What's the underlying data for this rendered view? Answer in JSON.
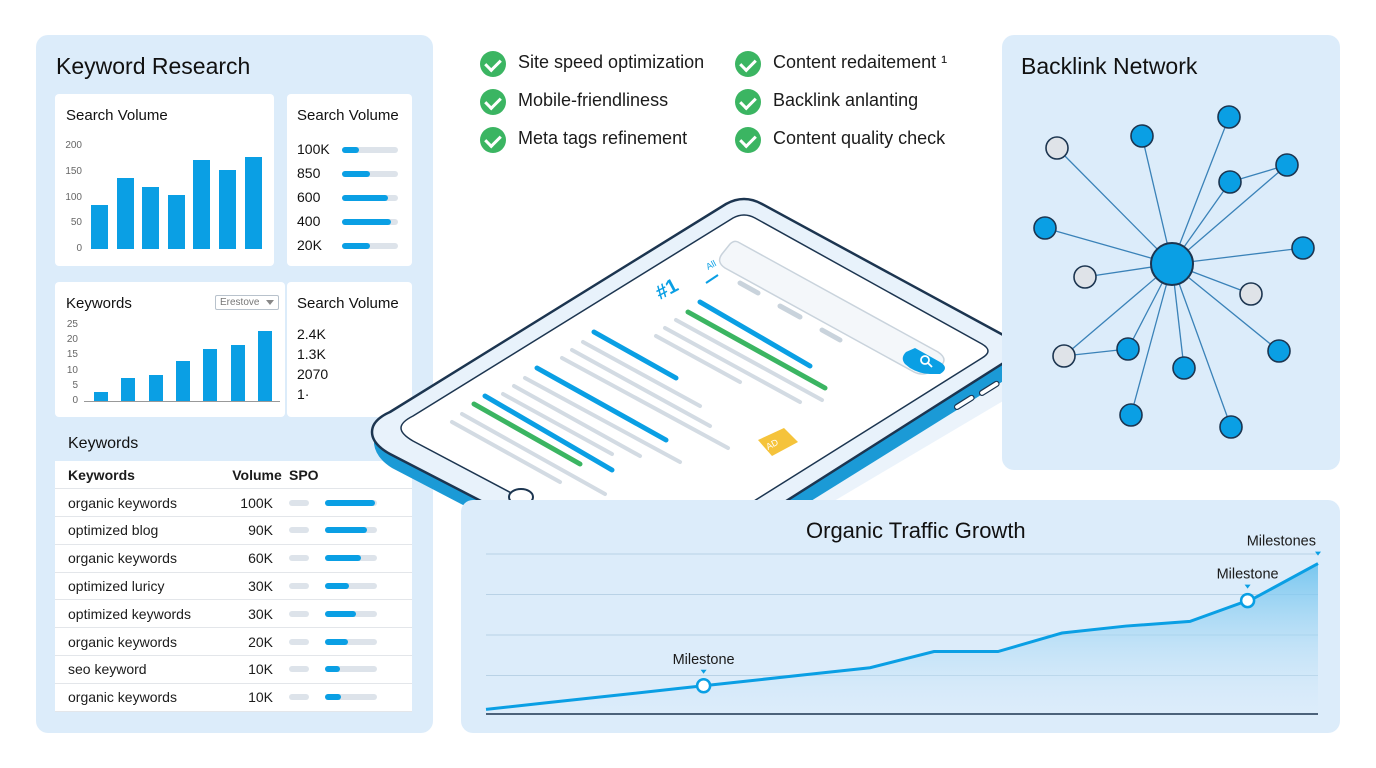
{
  "keyword_research": {
    "title": "Keyword Research",
    "search_volume_chart": {
      "title": "Search Volume",
      "y_ticks": [
        "200",
        "150",
        "100",
        "50",
        "0"
      ],
      "values": [
        85,
        138,
        120,
        105,
        172,
        153,
        178
      ],
      "ymax": 200
    },
    "search_volume_list": {
      "title": "Search Volume",
      "items": [
        {
          "label": "100K",
          "fill": 0.3
        },
        {
          "label": "850",
          "fill": 0.5
        },
        {
          "label": "600",
          "fill": 0.82
        },
        {
          "label": "400",
          "fill": 0.88
        },
        {
          "label": "20K",
          "fill": 0.5
        }
      ]
    },
    "keywords_chart": {
      "title": "Keywords",
      "dropdown": "Erestove",
      "y_ticks": [
        "25",
        "20",
        "15",
        "10",
        "5",
        "0"
      ],
      "values": [
        3,
        7.5,
        8.5,
        13,
        17,
        18.5,
        23
      ],
      "ymax": 25
    },
    "keywords_volume": {
      "title": "Search Volume",
      "items": [
        "2.4K",
        "1.3K",
        "2070",
        "1·"
      ]
    },
    "keywords_table": {
      "title": "Keywords",
      "headers": [
        "Keywords",
        "Volume",
        "SPO"
      ],
      "rows": [
        {
          "keyword": "organic keywords",
          "volume": "100K",
          "spo": 0.96
        },
        {
          "keyword": "optimized blog",
          "volume": "90K",
          "spo": 0.8
        },
        {
          "keyword": "organic keywords",
          "volume": "60K",
          "spo": 0.7
        },
        {
          "keyword": "optimized luricy",
          "volume": "30K",
          "spo": 0.46
        },
        {
          "keyword": "optimized keywords",
          "volume": "30K",
          "spo": 0.6
        },
        {
          "keyword": "organic keywords",
          "volume": "20K",
          "spo": 0.44
        },
        {
          "keyword": "seo keyword",
          "volume": "10K",
          "spo": 0.28
        },
        {
          "keyword": "organic keywords",
          "volume": "10K",
          "spo": 0.3
        }
      ]
    }
  },
  "checklist": [
    "Site speed optimization",
    "Mobile-friendliness",
    "Meta tags refinement",
    "Content redaitement ¹",
    "Backlink anlanting",
    "Content quality check"
  ],
  "tablet": {
    "tab_label": "All",
    "rank_label": "#1",
    "ad_label": "AD"
  },
  "backlink_network": {
    "title": "Backlink Network"
  },
  "organic_traffic": {
    "title": "Organic Traffic Growth",
    "milestone_labels": [
      "Milestone",
      "Milestone",
      "Milestones"
    ]
  },
  "colors": {
    "accent": "#0a9fe4",
    "success": "#3bb562",
    "panel": "#dcecfa",
    "ad_badge": "#f5c33b"
  },
  "chart_data": {
    "type": "area",
    "title": "Organic Traffic Growth",
    "x": [
      0,
      1,
      2,
      3,
      4,
      5,
      6,
      7,
      8,
      9,
      10,
      11,
      12,
      13
    ],
    "values": [
      2,
      5,
      8,
      11,
      14,
      17,
      20,
      27,
      27,
      35,
      38,
      40,
      50,
      65
    ],
    "annotations": [
      {
        "x": 3.4,
        "label": "Milestone"
      },
      {
        "x": 11.9,
        "label": "Milestone"
      },
      {
        "x": 13,
        "label": "Milestones"
      }
    ],
    "ylim": [
      0,
      70
    ],
    "grid": true
  }
}
